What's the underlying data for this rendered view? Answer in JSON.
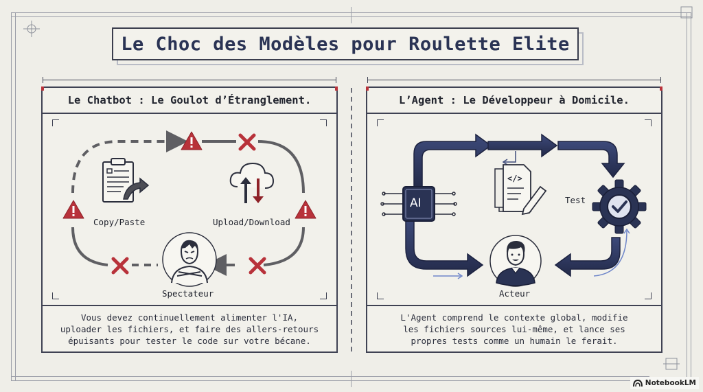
{
  "title": "Le Choc des Modèles pour Roulette Elite",
  "left_panel": {
    "header": "Le Chatbot : Le Goulot d’Étranglement.",
    "labels": {
      "copy_paste": "Copy/Paste",
      "upload_download": "Upload/Download",
      "spectator": "Spectateur"
    },
    "footer_lines": [
      "Vous devez continuellement alimenter l'IA,",
      "uploader les fichiers, et faire des allers-retours",
      "épuisants pour tester le code sur votre bécane."
    ]
  },
  "right_panel": {
    "header": "L’Agent : Le Développeur à Domicile.",
    "labels": {
      "ai_chip": "AI",
      "test": "Test",
      "actor": "Acteur"
    },
    "footer_lines": [
      "L'Agent comprend le contexte global, modifie",
      "les fichiers sources lui-même, et lance ses",
      "propres tests comme un humain le ferait."
    ]
  },
  "badge": "NotebookLM",
  "colors": {
    "navy": "#2a3354",
    "warning_red": "#b8323a",
    "gray_arrow": "#5f5f63",
    "accent_blue": "#6f86c9"
  },
  "icons": [
    "warning-icon",
    "cross-icon",
    "clipboard-icon",
    "cloud-sync-icon",
    "person-icon",
    "ai-chip-icon",
    "code-document-icon",
    "gear-check-icon"
  ]
}
